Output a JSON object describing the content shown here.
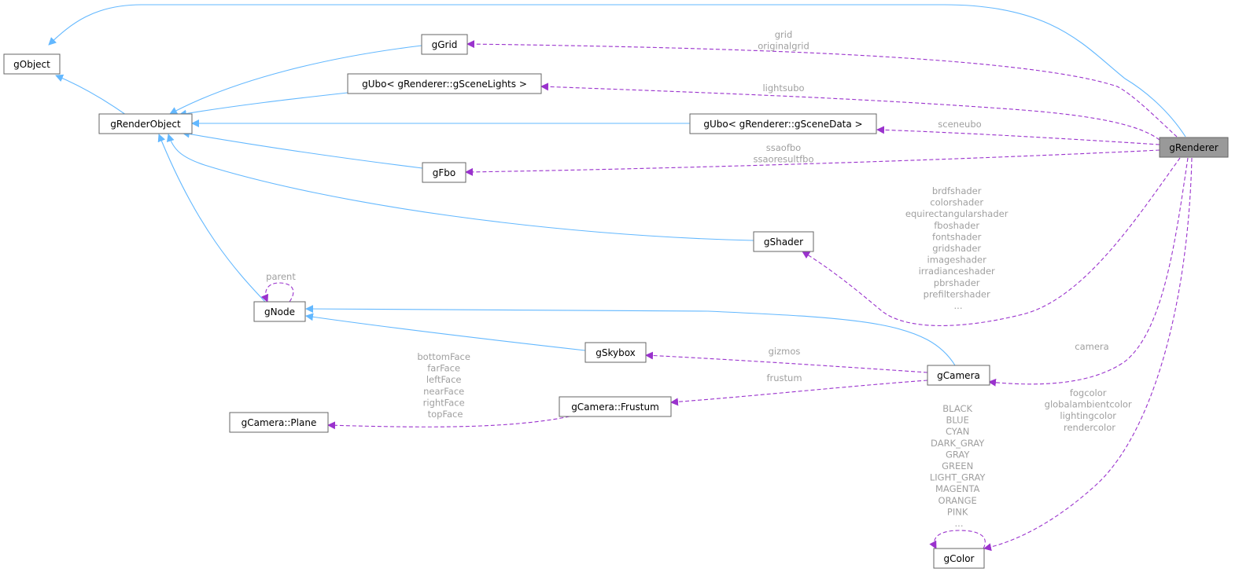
{
  "colors": {
    "inheritance": "#63b8ff",
    "usage": "#9a32cd",
    "label": "#9f9f9f",
    "highlight_fill": "#999999",
    "node_border": "#666666"
  },
  "nodes": {
    "gObject": "gObject",
    "gRenderObject": "gRenderObject",
    "gGrid": "gGrid",
    "gUboLights": "gUbo< gRenderer::gSceneLights >",
    "gUboData": "gUbo< gRenderer::gSceneData >",
    "gFbo": "gFbo",
    "gShader": "gShader",
    "gNode": "gNode",
    "gSkybox": "gSkybox",
    "gCamera": "gCamera",
    "gCameraFrustum": "gCamera::Frustum",
    "gCameraPlane": "gCamera::Plane",
    "gColor": "gColor",
    "gRenderer": "gRenderer"
  },
  "labels": {
    "grid": [
      "grid",
      "originalgrid"
    ],
    "lights": [
      "lightsubo"
    ],
    "scene": [
      "sceneubo"
    ],
    "fbo": [
      "ssaofbo",
      "ssaoresultfbo"
    ],
    "shader": [
      "brdfshader",
      "colorshader",
      "equirectangularshader",
      "fboshader",
      "fontshader",
      "gridshader",
      "imageshader",
      "irradianceshader",
      "pbrshader",
      "prefiltershader",
      "..."
    ],
    "parent": [
      "parent"
    ],
    "gizmos": [
      "gizmos"
    ],
    "frustum": [
      "frustum"
    ],
    "camera": [
      "camera"
    ],
    "plane": [
      "bottomFace",
      "farFace",
      "leftFace",
      "nearFace",
      "rightFace",
      "topFace"
    ],
    "colorFields": [
      "fogcolor",
      "globalambientcolor",
      "lightingcolor",
      "rendercolor"
    ],
    "colorConsts": [
      "BLACK",
      "BLUE",
      "CYAN",
      "DARK_GRAY",
      "GRAY",
      "GREEN",
      "LIGHT_GRAY",
      "MAGENTA",
      "ORANGE",
      "PINK",
      "..."
    ]
  }
}
